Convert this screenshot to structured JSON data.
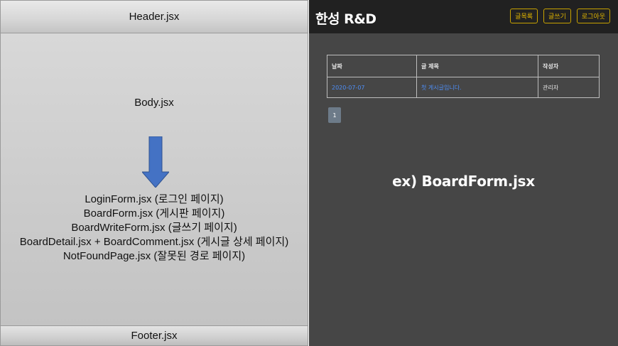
{
  "diagram": {
    "header_label": "Header.jsx",
    "body_label": "Body.jsx",
    "footer_label": "Footer.jsx",
    "pages": [
      "LoginForm.jsx (로그인 페이지)",
      "BoardForm.jsx (게시판 페이지)",
      "BoardWriteForm.jsx (글쓰기 페이지)",
      "BoardDetail.jsx + BoardComment.jsx (게시글 상세 페이지)",
      "NotFoundPage.jsx (잘못된 경로 페이지)"
    ],
    "arrow_color": "#4472c4"
  },
  "app": {
    "brand": "한성 R&D",
    "nav_buttons": [
      "글목록",
      "글쓰기",
      "로그아웃"
    ],
    "accent_color": "#e2b600",
    "table": {
      "headers": [
        "날짜",
        "글 제목",
        "작성자"
      ],
      "rows": [
        [
          "2020-07-07",
          "첫 게시글입니다.",
          "관리자"
        ]
      ]
    },
    "pagination": [
      "1"
    ]
  },
  "caption": "ex) BoardForm.jsx"
}
